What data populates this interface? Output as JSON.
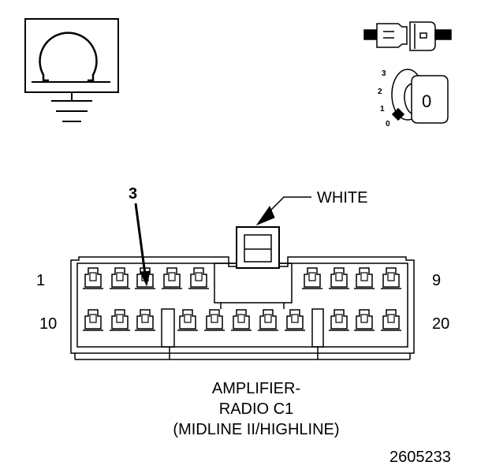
{
  "symbols": {
    "ohm_meter_icon": "ohm-meter-ground-icon",
    "connector_test_icon": "probe-connector-icon",
    "ignition_key_icon": "ignition-key-switch-icon"
  },
  "ignition": {
    "positions": [
      "3",
      "2",
      "1",
      "0"
    ],
    "key_label": "0"
  },
  "connector": {
    "color_label": "WHITE",
    "callout_pin": "3",
    "row1_start": "1",
    "row1_end": "9",
    "row2_start": "10",
    "row2_end": "20",
    "pins_row1": 9,
    "pins_row2": 11
  },
  "caption": {
    "line1": "AMPLIFIER-",
    "line2": "RADIO C1",
    "line3": "(MIDLINE II/HIGHLINE)"
  },
  "figure_number": "2605233"
}
